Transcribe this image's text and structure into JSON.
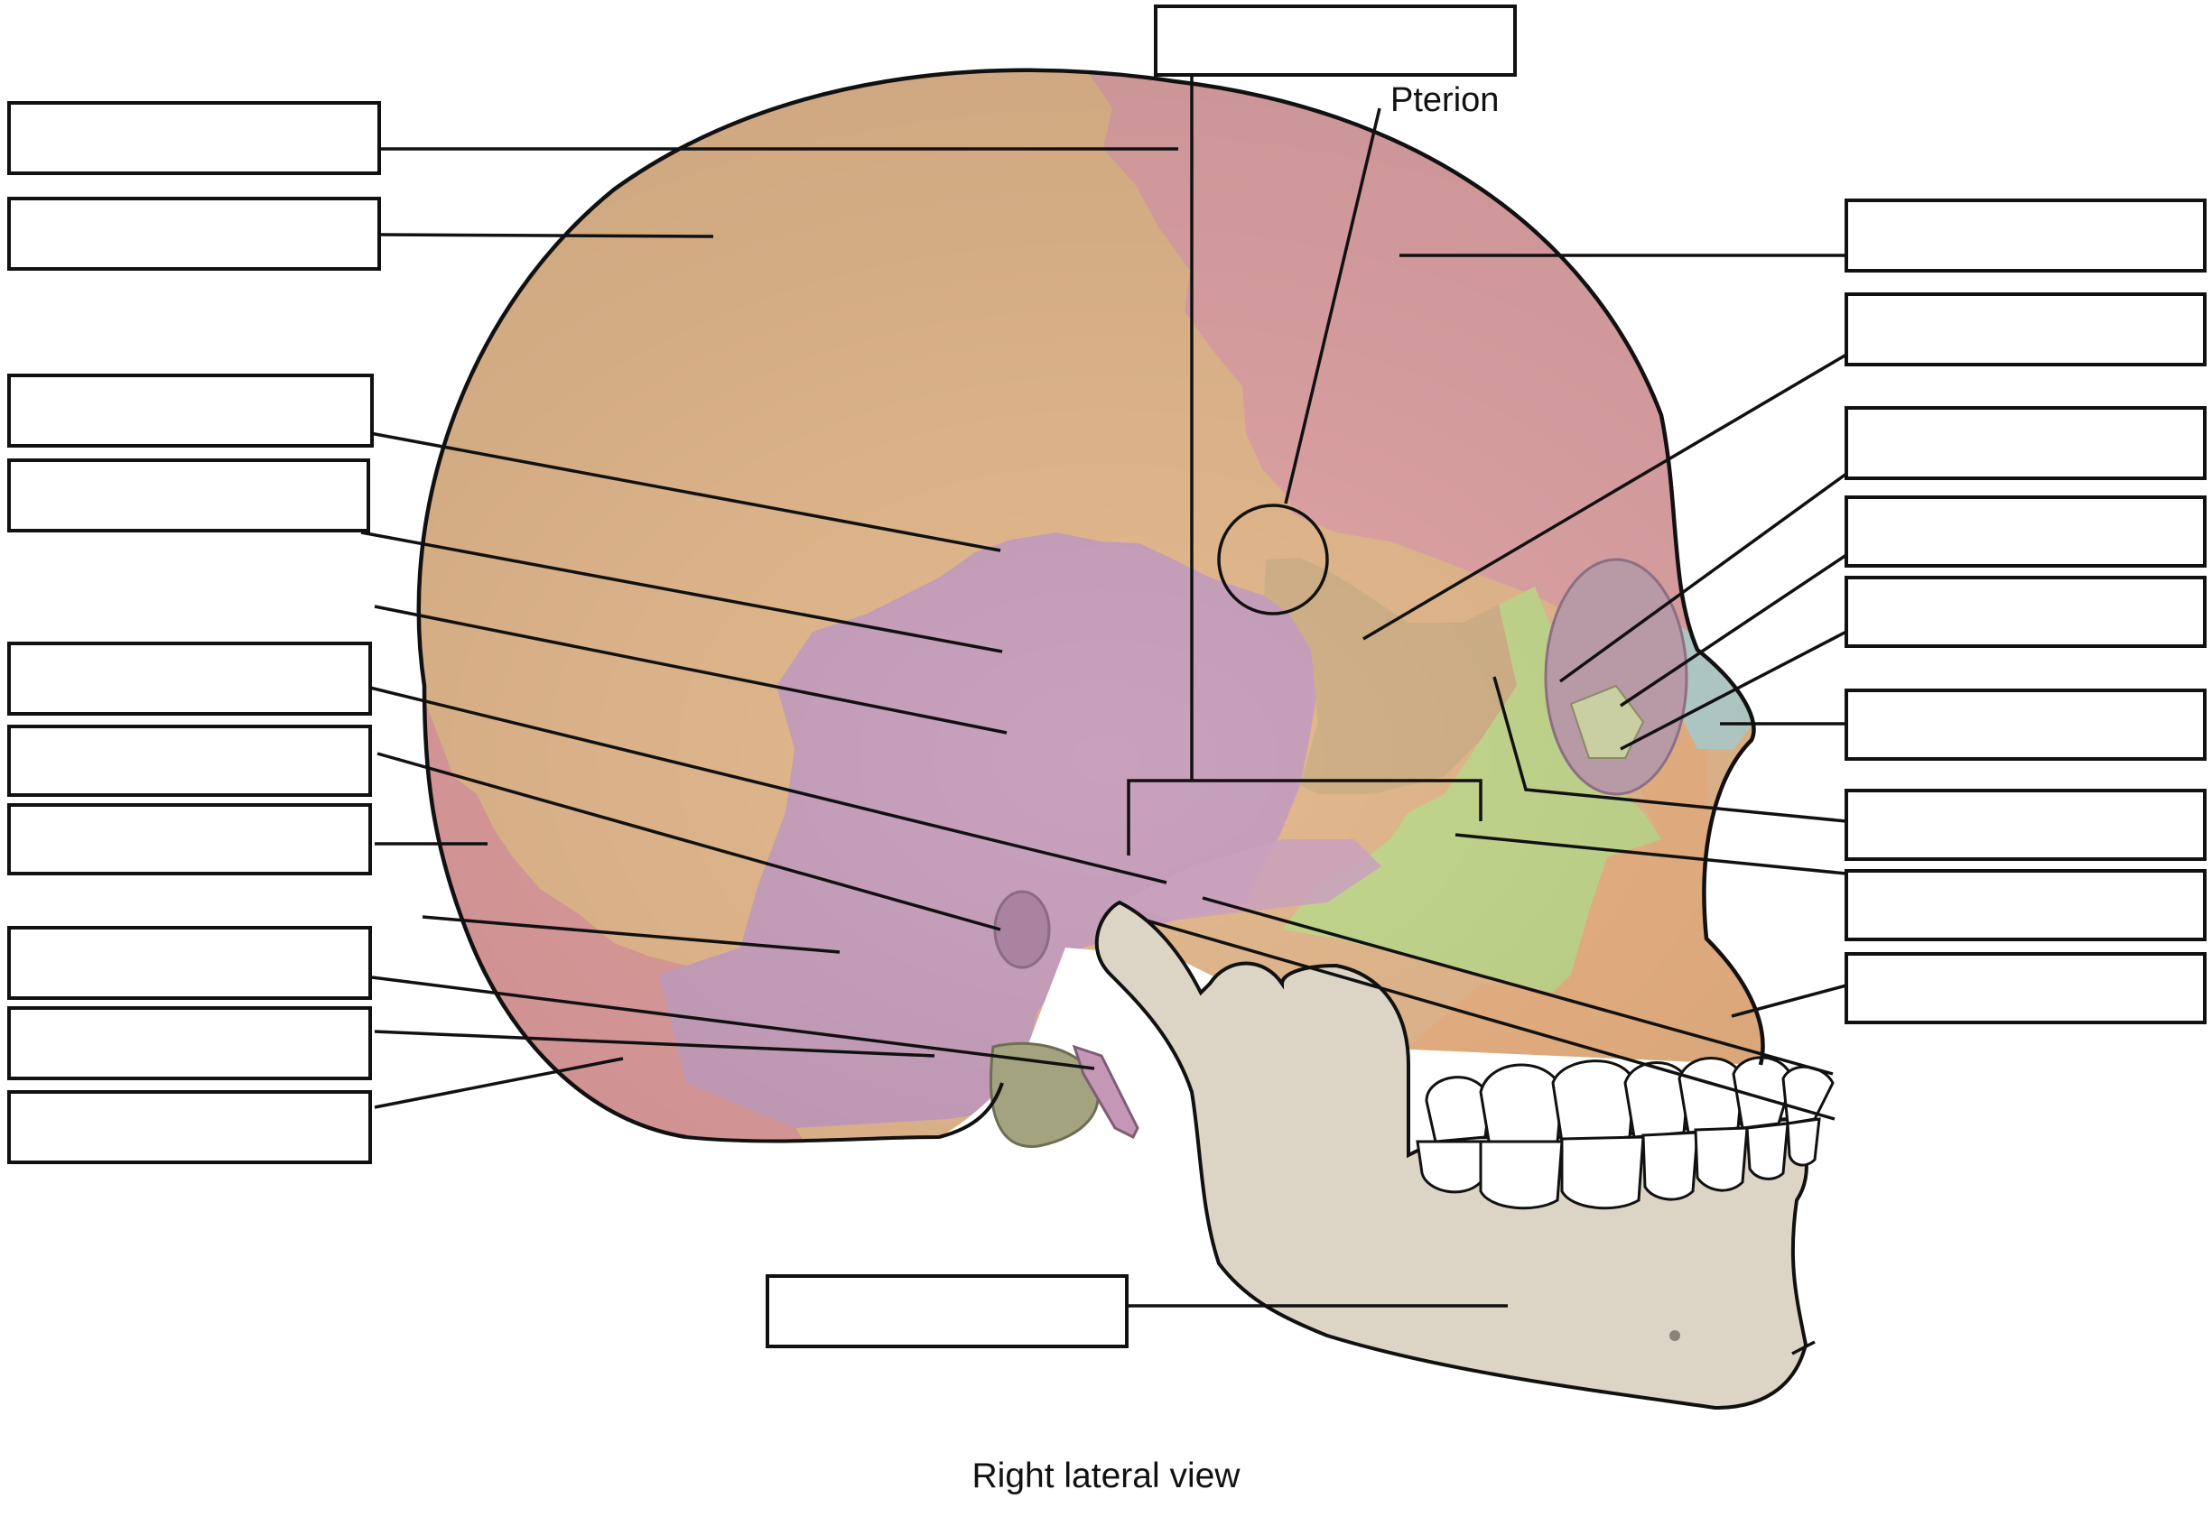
{
  "figure": {
    "pterion_label": "Pterion",
    "caption": "Right lateral view"
  },
  "label_boxes": [
    {
      "id": "label-box-top-center",
      "text": ""
    },
    {
      "id": "label-box-left-1",
      "text": ""
    },
    {
      "id": "label-box-left-2",
      "text": ""
    },
    {
      "id": "label-box-left-3",
      "text": ""
    },
    {
      "id": "label-box-left-4",
      "text": ""
    },
    {
      "id": "label-box-left-5",
      "text": ""
    },
    {
      "id": "label-box-left-6",
      "text": ""
    },
    {
      "id": "label-box-left-7",
      "text": ""
    },
    {
      "id": "label-box-left-8",
      "text": ""
    },
    {
      "id": "label-box-left-9",
      "text": ""
    },
    {
      "id": "label-box-left-10",
      "text": ""
    },
    {
      "id": "label-box-right-1",
      "text": ""
    },
    {
      "id": "label-box-right-2",
      "text": ""
    },
    {
      "id": "label-box-right-3",
      "text": ""
    },
    {
      "id": "label-box-right-4",
      "text": ""
    },
    {
      "id": "label-box-right-5",
      "text": ""
    },
    {
      "id": "label-box-right-6",
      "text": ""
    },
    {
      "id": "label-box-right-7",
      "text": ""
    },
    {
      "id": "label-box-right-8",
      "text": ""
    },
    {
      "id": "label-box-right-9",
      "text": ""
    },
    {
      "id": "label-box-bottom-mandible",
      "text": ""
    }
  ],
  "colors": {
    "parietal": "#e4b98e",
    "frontal": "#e0a4a6",
    "temporal": "#c9a1bd",
    "occipital": "#de9c9c",
    "sphenoid": "#d2b289",
    "zygomatic": "#c4d88e",
    "maxilla": "#eab384",
    "mandible": "#dcd5c5",
    "nasal": "#b7d0cb",
    "mastoid": "#a3a37f",
    "teeth": "#ffffff",
    "outline": "#111111"
  }
}
